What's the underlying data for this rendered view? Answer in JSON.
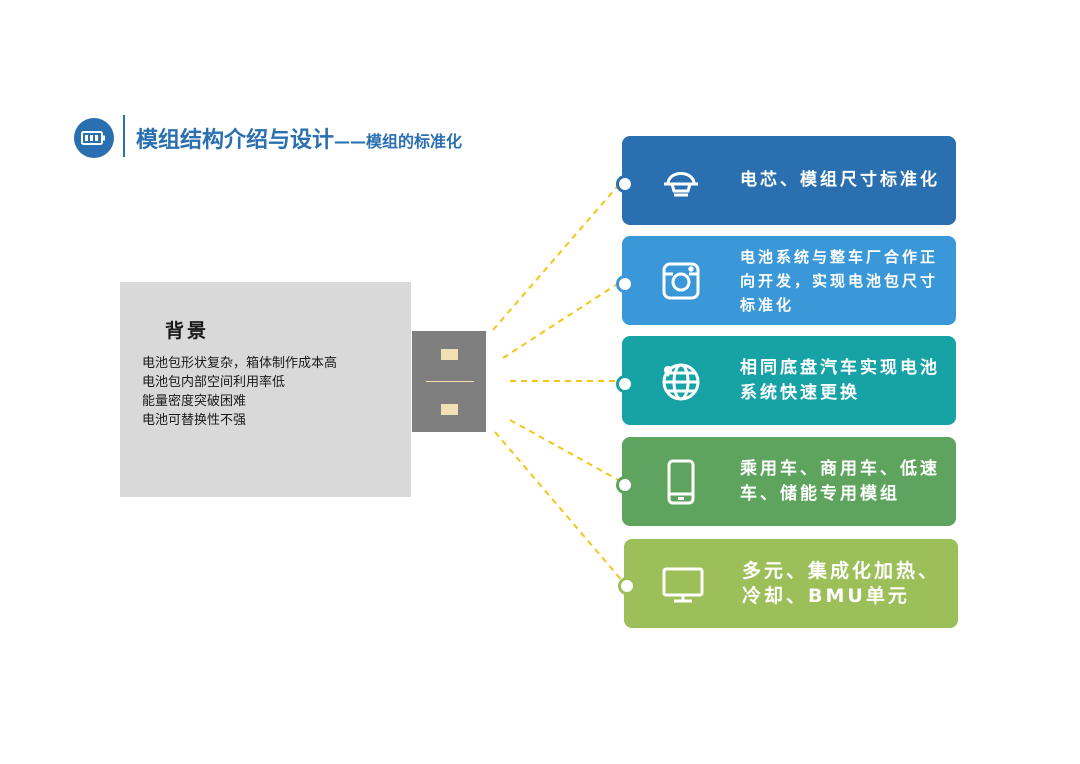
{
  "header": {
    "title": "模组结构介绍与设计",
    "dash": "——",
    "subtitle": "模组的标准化",
    "icon": "battery-icon",
    "color": "#2a6fb0"
  },
  "background_box": {
    "heading": "背景",
    "lines": [
      "电池包形状复杂，箱体制作成本高",
      "电池包内部空间利用率低",
      "能量密度突破困难",
      "电池可替换性不强"
    ]
  },
  "connector_color": "#f5c518",
  "cards": [
    {
      "text": "电芯、模组尺寸标准化",
      "icon": "helmet-icon",
      "color": "#2a6fb0"
    },
    {
      "text": "电池系统与整车厂合作正向开发，实现电池包尺寸标准化",
      "icon": "camera-icon",
      "color": "#3a98d8"
    },
    {
      "text": "相同底盘汽车实现电池系统快速更换",
      "icon": "globe-icon",
      "color": "#17a2a5"
    },
    {
      "text": "乘用车、商用车、低速车、储能专用模组",
      "icon": "smartphone-icon",
      "color": "#5ea45e"
    },
    {
      "text": "多元、集成化加热、冷却、BMU单元",
      "icon": "monitor-icon",
      "color": "#9cbf59"
    }
  ]
}
